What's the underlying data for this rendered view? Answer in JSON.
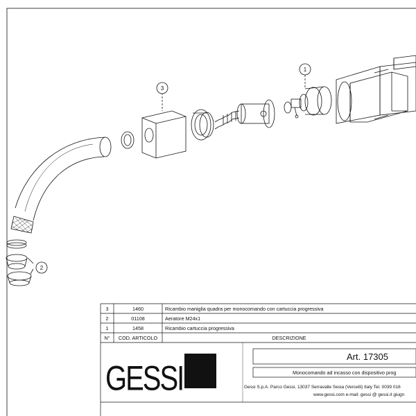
{
  "drawing": {
    "callouts": {
      "c1": "1",
      "c2": "2",
      "c3": "3"
    }
  },
  "parts_table": {
    "header": {
      "num": "N°",
      "code": "COD. ARTICOLO",
      "desc": "DESCRIZIONE"
    },
    "rows": [
      {
        "num": "3",
        "code": "1460",
        "desc": "Ricambio maniglia quadra per monocomando con cartuccia progressiva"
      },
      {
        "num": "2",
        "code": "01108",
        "desc": "Aeratore M24x1"
      },
      {
        "num": "1",
        "code": "1458",
        "desc": "Ricambio cartuccia progressiva"
      }
    ]
  },
  "title_block": {
    "logo_text": "GESSI",
    "article": "Art. 17305",
    "product_desc": "Monocomando ad incasso con dispositivo prog",
    "company_line": "Gessi S.p.A. Parco Gessi, 13037 Serravalle Sesia (Vercelli) Italy Tel. 0039 016",
    "web_line": "www.gessi.com e-mail: gessi @ gessi.it giugn"
  },
  "colors": {
    "ink": "#111111",
    "paper": "#ffffff",
    "line": "#333333"
  }
}
